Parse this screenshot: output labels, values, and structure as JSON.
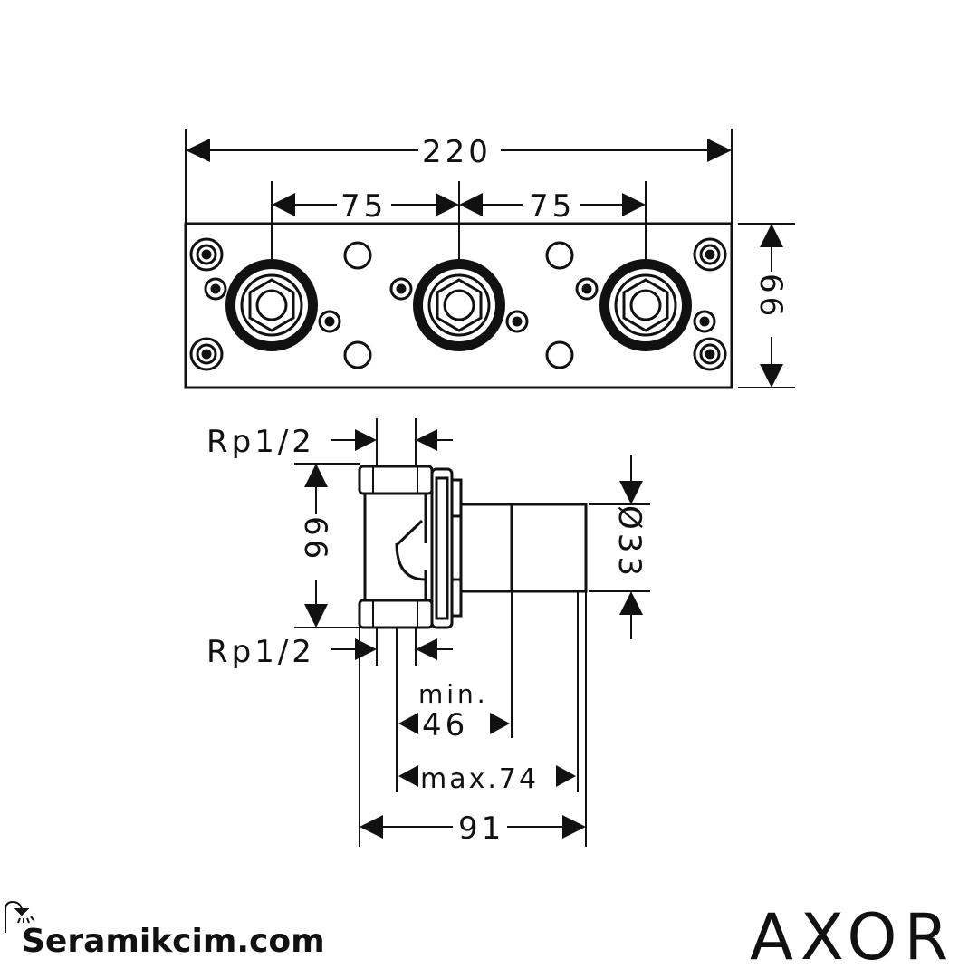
{
  "drawing": {
    "top_view": {
      "width_label": "220",
      "spacing_left_label": "75",
      "spacing_right_label": "75",
      "height_label": "66"
    },
    "side_view": {
      "thread_top_label": "Rp1/2",
      "thread_bottom_label": "Rp1/2",
      "height_label": "66",
      "diameter_label": "Ø33",
      "min_label_line1": "min.",
      "min_label_value": "46",
      "max_label": "max.74",
      "depth_label": "91"
    }
  },
  "branding": {
    "site_name": "Seramikcim.com",
    "brand_logo": "AXOR"
  },
  "colors": {
    "line": "#111111",
    "background": "#ffffff"
  }
}
